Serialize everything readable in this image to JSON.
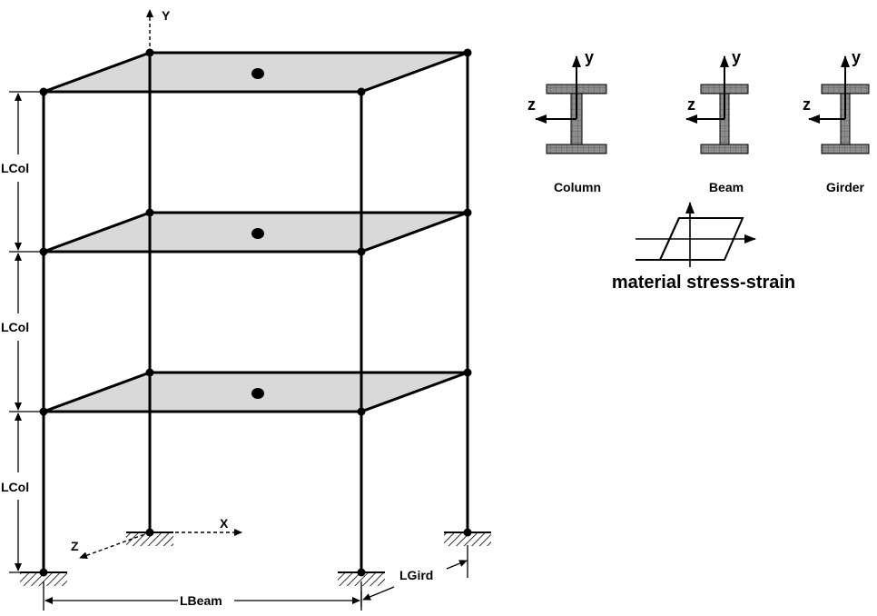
{
  "axes": {
    "y": "Y",
    "x": "X",
    "z": "Z"
  },
  "dimensions": {
    "column_length": "LCol",
    "beam_length": "LBeam",
    "girder_length": "LGird"
  },
  "sections": [
    {
      "name": "Column",
      "axis_y": "y",
      "axis_z": "z"
    },
    {
      "name": "Beam",
      "axis_y": "y",
      "axis_z": "z"
    },
    {
      "name": "Girder",
      "axis_y": "y",
      "axis_z": "z"
    }
  ],
  "material_caption": "material stress-strain",
  "colors": {
    "slab_fill": "#d9d9d9",
    "section_fill": "#8c8c8c",
    "line": "#000000"
  }
}
